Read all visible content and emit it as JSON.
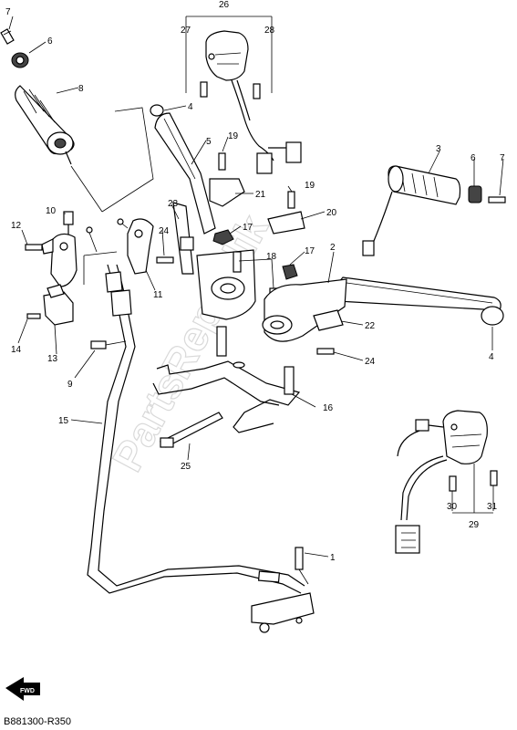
{
  "diagram": {
    "reference_code": "B881300-R350",
    "watermark": "PartsRepublik",
    "fwd_badge": "FWD",
    "callouts": [
      {
        "id": "c1",
        "text": "1"
      },
      {
        "id": "c2",
        "text": "2"
      },
      {
        "id": "c3",
        "text": "3"
      },
      {
        "id": "c4a",
        "text": "4"
      },
      {
        "id": "c4b",
        "text": "4"
      },
      {
        "id": "c5",
        "text": "5"
      },
      {
        "id": "c6a",
        "text": "6"
      },
      {
        "id": "c6b",
        "text": "6"
      },
      {
        "id": "c7a",
        "text": "7"
      },
      {
        "id": "c7b",
        "text": "7"
      },
      {
        "id": "c8",
        "text": "8"
      },
      {
        "id": "c9",
        "text": "9"
      },
      {
        "id": "c10",
        "text": "10"
      },
      {
        "id": "c11",
        "text": "11"
      },
      {
        "id": "c12",
        "text": "12"
      },
      {
        "id": "c13",
        "text": "13"
      },
      {
        "id": "c14",
        "text": "14"
      },
      {
        "id": "c15",
        "text": "15"
      },
      {
        "id": "c16",
        "text": "16"
      },
      {
        "id": "c17a",
        "text": "17"
      },
      {
        "id": "c17b",
        "text": "17"
      },
      {
        "id": "c18",
        "text": "18"
      },
      {
        "id": "c19a",
        "text": "19"
      },
      {
        "id": "c19b",
        "text": "19"
      },
      {
        "id": "c20",
        "text": "20"
      },
      {
        "id": "c21",
        "text": "21"
      },
      {
        "id": "c22",
        "text": "22"
      },
      {
        "id": "c23",
        "text": "23"
      },
      {
        "id": "c24a",
        "text": "24"
      },
      {
        "id": "c24b",
        "text": "24"
      },
      {
        "id": "c25",
        "text": "25"
      },
      {
        "id": "c26",
        "text": "26"
      },
      {
        "id": "c27",
        "text": "27"
      },
      {
        "id": "c28",
        "text": "28"
      },
      {
        "id": "c29",
        "text": "29"
      },
      {
        "id": "c30",
        "text": "30"
      },
      {
        "id": "c31",
        "text": "31"
      }
    ]
  }
}
